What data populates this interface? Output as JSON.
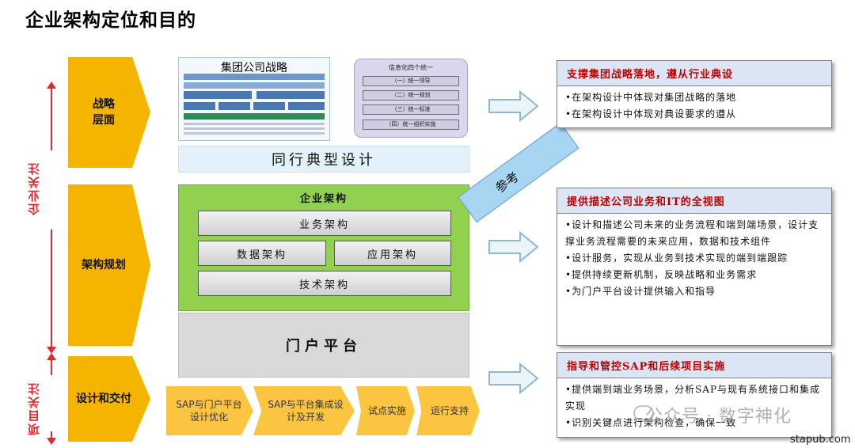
{
  "title": "企业架构定位和目的",
  "left_labels": {
    "corp": "企业关注",
    "proj": "项目关注"
  },
  "chevrons": {
    "strategy": "战略\n层面",
    "planning": "架构规划",
    "delivery": "设计和交付"
  },
  "strategy_image": {
    "title": "集团公司战略"
  },
  "info_four": {
    "title": "信息化四个统一",
    "items": [
      "（一）统一领导",
      "（二）统一规划",
      "（三）统一标准",
      "（四）统一组织实施"
    ]
  },
  "peer_design": "同行典型设计",
  "enterprise_arch": {
    "title": "企业架构",
    "business": "业务架构",
    "data": "数据架构",
    "application": "应用架构",
    "technology": "技术架构"
  },
  "portal": "门户平台",
  "phases": [
    "SAP与门户平台设计优化",
    "SAP与平台集成设计及开发",
    "试点实施",
    "运行支持"
  ],
  "reference": "参考",
  "panels": [
    {
      "head": "支撑集团战略落地，遵从行业典设",
      "lines": [
        "•在架构设计中体现对集团战略的落地",
        "•在架构设计中体现对典设要求的遵从"
      ]
    },
    {
      "head": "提供描述公司业务和IT的全视图",
      "lines": [
        "•设计和描述公司未来的业务流程和端到端场景，设计支撑业务流程需要的未来应用，数据和技术组件",
        "•设计服务，实现从业务到技术实现的端到端跟踪",
        "•提供持续更新机制，反映战略和业务需求",
        "•为门户平台设计提供输入和指导"
      ]
    },
    {
      "head": "指导和管控SAP和后续项目实施",
      "lines": [
        "•提供端到端业务场景，分析SAP与现有系统接口和集成实现",
        "•识别关键点进行架构检查，确保一致"
      ]
    }
  ],
  "watermark": "公众号 · 数字神化",
  "credit": "stapub.com",
  "colors": {
    "accent_red": "#e8262d",
    "chevron_yellow": "#f5b400",
    "ea_green": "#92d050",
    "panel_head": "#dbe5f4",
    "panel_head_text": "#c00000"
  }
}
